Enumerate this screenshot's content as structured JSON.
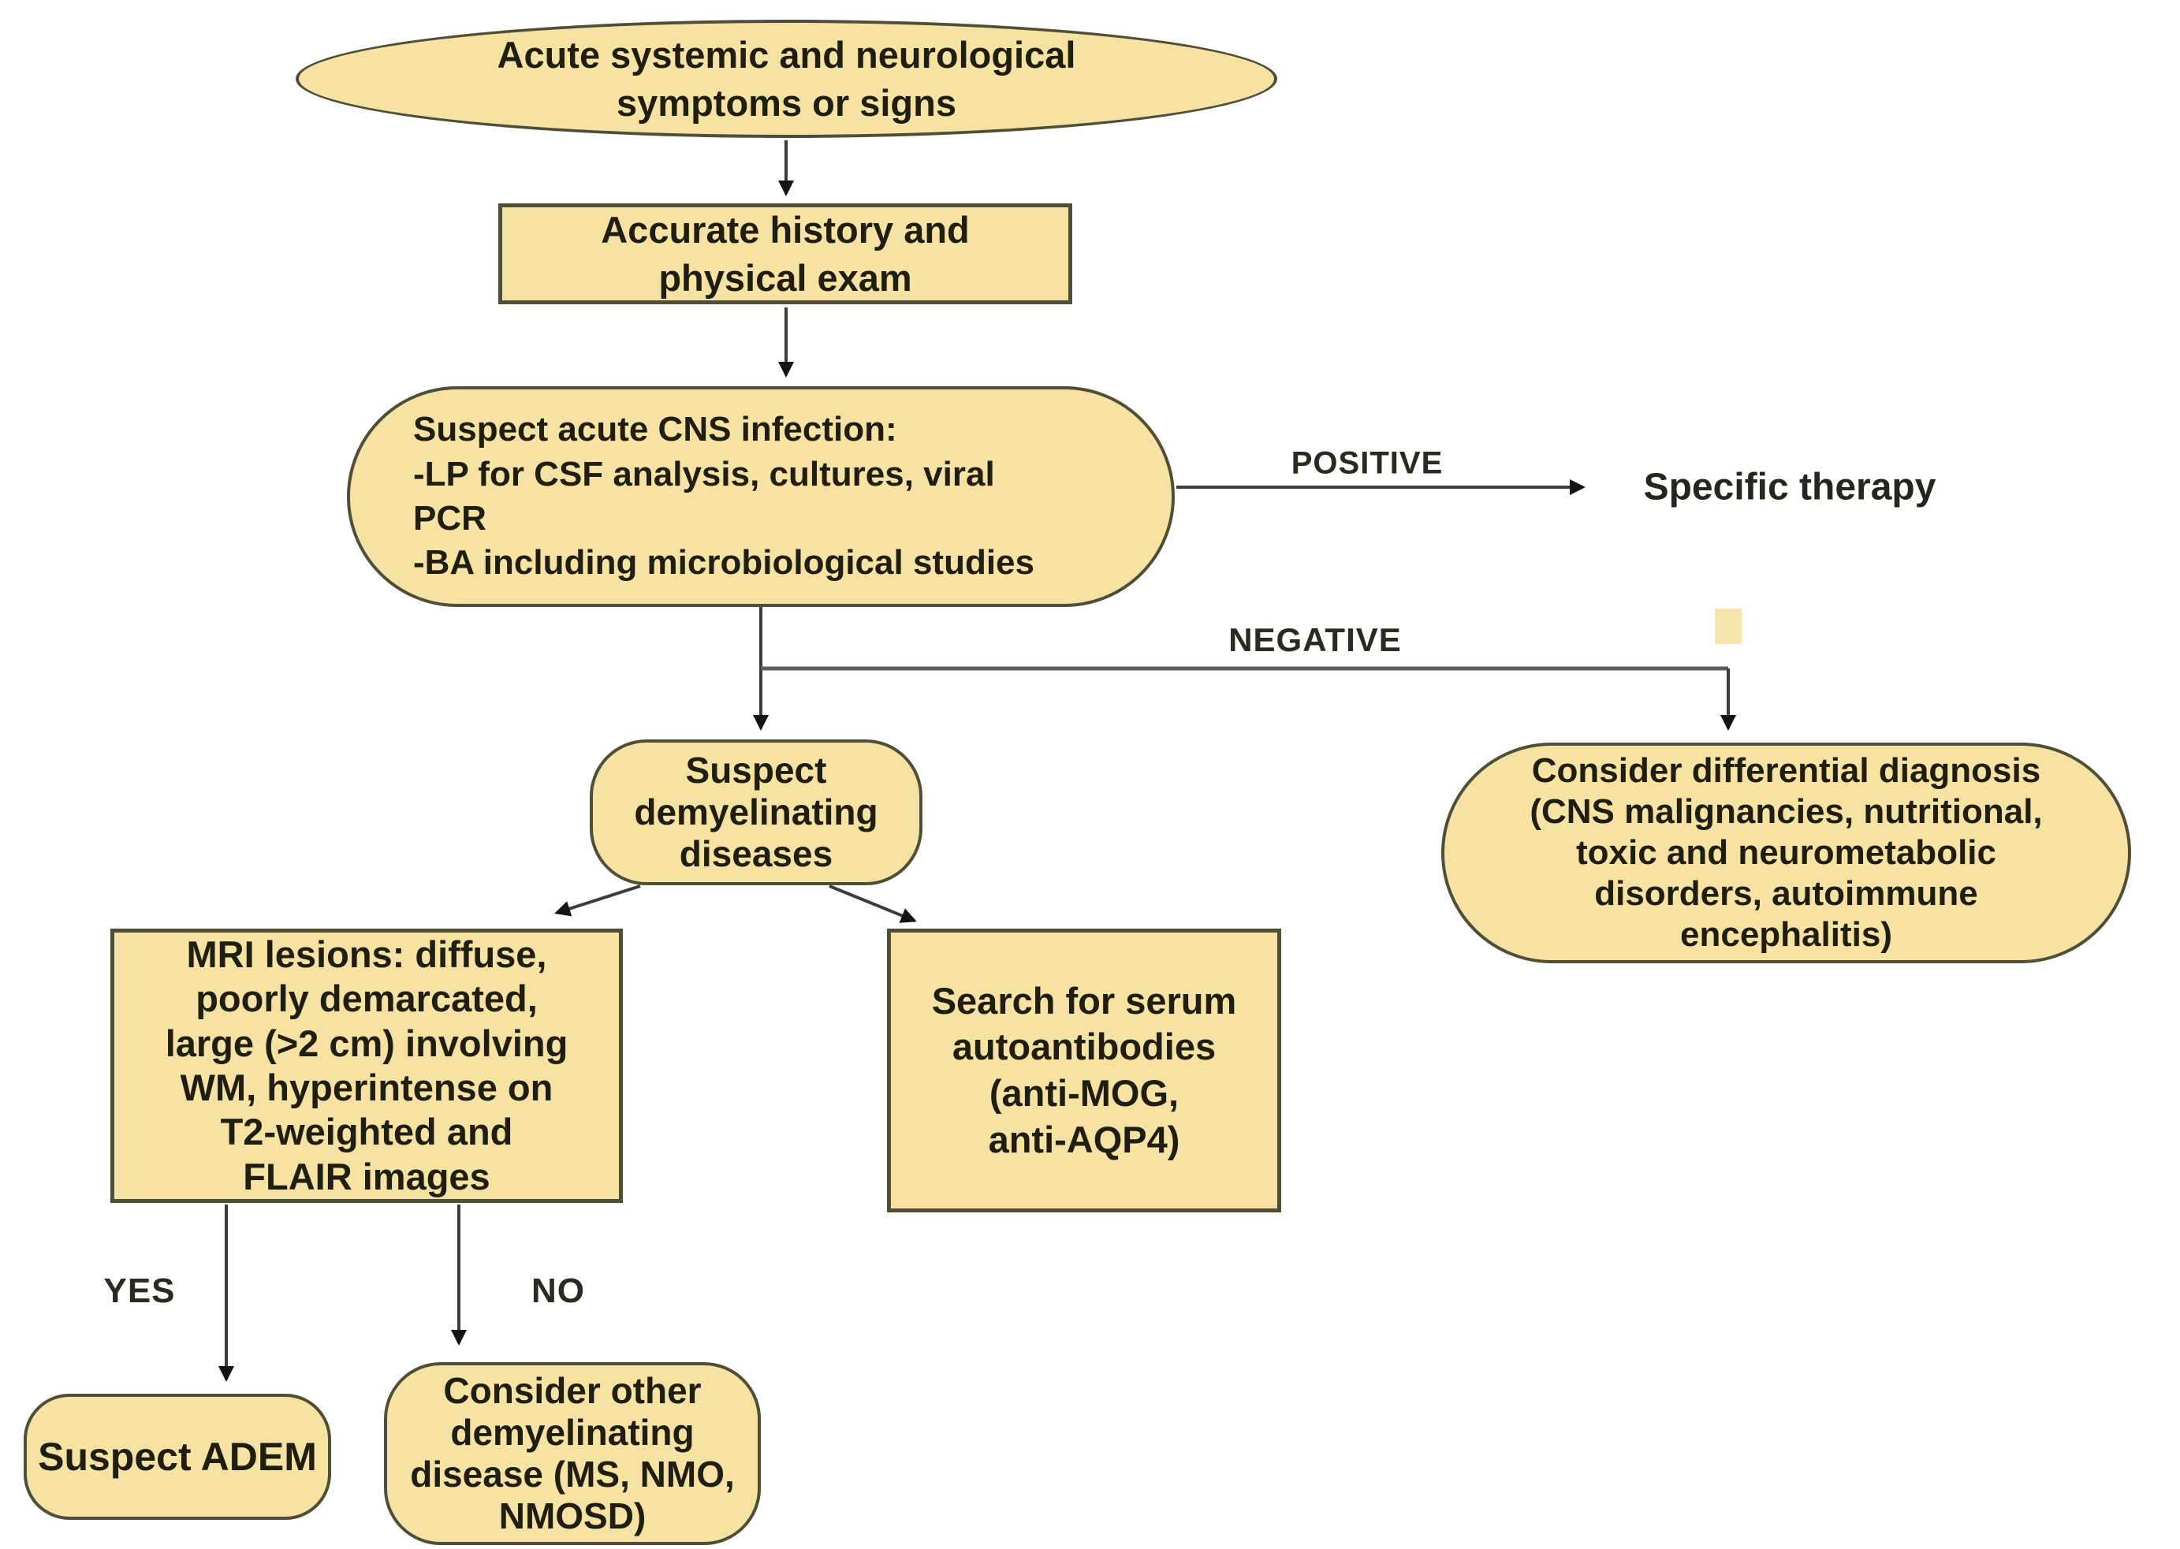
{
  "colors": {
    "node_fill": "#f6e3a4",
    "node_border": "#4f4e37",
    "text": "#1f1e10",
    "line": "#3c3c3c"
  },
  "nodes": {
    "start": "Acute systemic and neurological\nsymptoms or signs",
    "history": "Accurate history and\nphysical exam",
    "cns": "Suspect acute CNS infection:\n-LP for CSF analysis, cultures, viral\nPCR\n-BA including microbiological studies",
    "demyelinating": "Suspect\ndemyelinating\ndiseases",
    "differential": "Consider differential diagnosis\n(CNS malignancies, nutritional,\ntoxic and neurometabolic\ndisorders, autoimmune\nencephalitis)",
    "mri": "MRI lesions: diffuse,\npoorly demarcated,\nlarge (>2 cm) involving\nWM,  hyperintense on\nT2-weighted and\nFLAIR images",
    "serum": "Search for serum\nautoantibodies\n(anti-MOG,\nanti-AQP4)",
    "adem": "Suspect ADEM",
    "other": "Consider other\ndemyelinating\ndisease  (MS, NMO,\nNMOSD)"
  },
  "labels": {
    "positive": "POSITIVE",
    "negative": "NEGATIVE",
    "yes": "YES",
    "no": "NO",
    "specific_therapy": "Specific therapy"
  }
}
